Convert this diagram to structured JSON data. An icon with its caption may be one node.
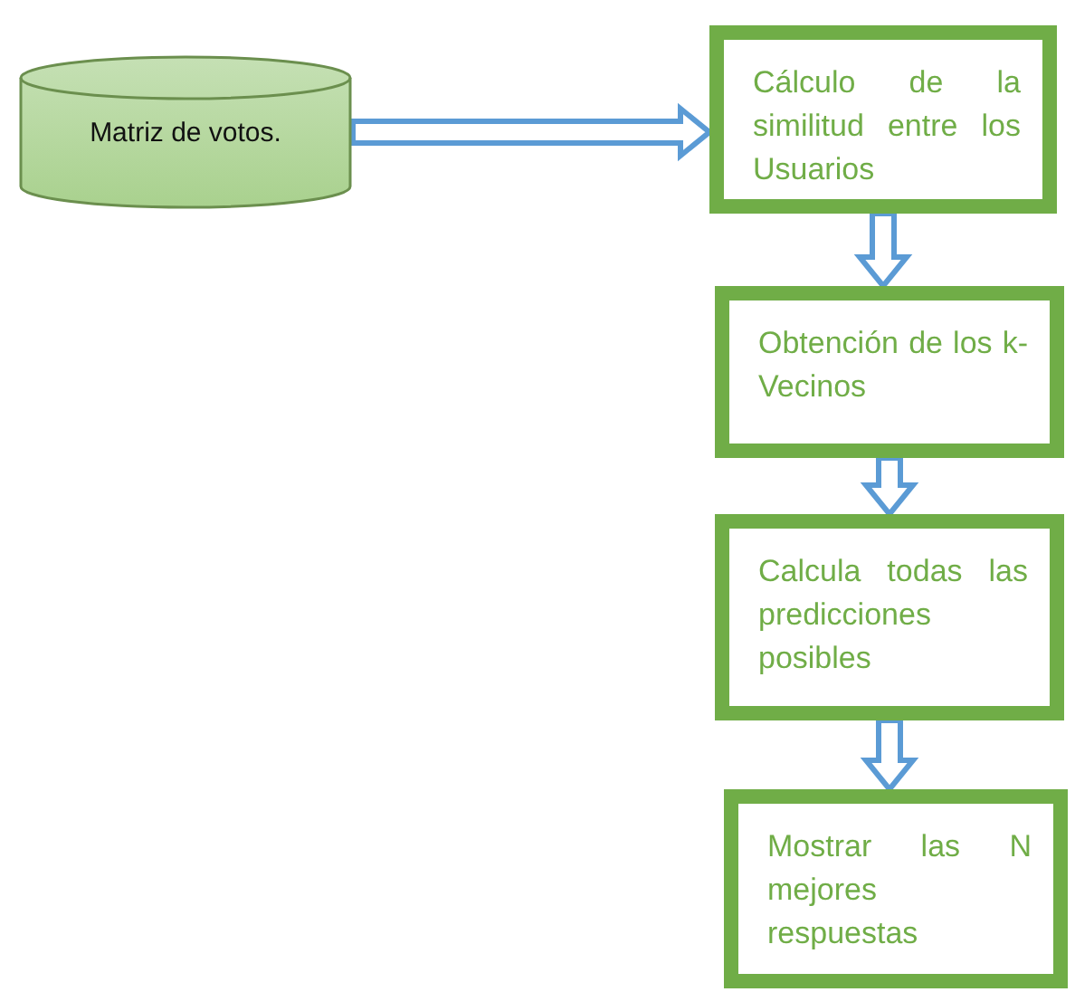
{
  "diagram": {
    "nodes": [
      {
        "text": [
          "Matriz de votos."
        ]
      },
      {
        "text": [
          "Cálculo de la similitud entre los Usuarios"
        ]
      },
      {
        "text": [
          "Obtención de los k-Vecinos"
        ]
      },
      {
        "text": [
          "Calcula todas las predicciones posibles"
        ]
      },
      {
        "text": [
          "Mostrar las N mejores respuestas"
        ]
      }
    ],
    "edges": [
      {
        "from": 0,
        "to": 1,
        "arrow": "to"
      },
      {
        "from": 1,
        "to": 2,
        "arrow": "to"
      },
      {
        "from": 2,
        "to": 3,
        "arrow": "to"
      },
      {
        "from": 3,
        "to": 4,
        "arrow": "to"
      }
    ]
  }
}
